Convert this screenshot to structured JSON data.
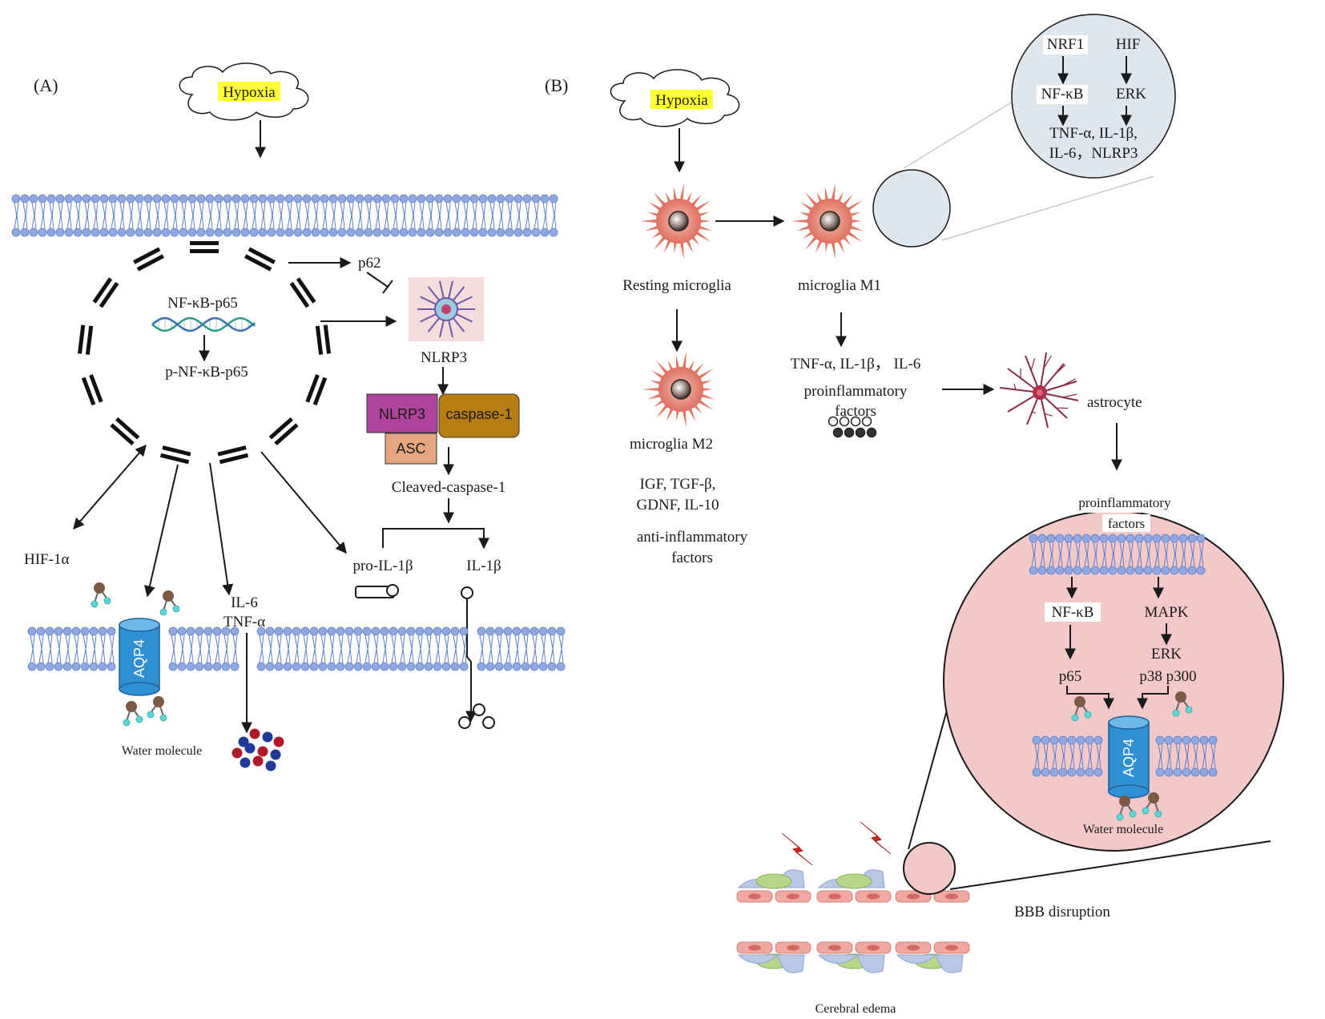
{
  "colors": {
    "membrane": "#8fa8df",
    "membrane_dark": "#5f7fc9",
    "nlrp3_box": "#b0439a",
    "caspase_box": "#b77d12",
    "asc_box": "#e5a581",
    "aqp4": "#2f8fd3",
    "microglia": "#e07866",
    "zoom_blue": "#dfe6ee",
    "zoom_pink": "#f2c8c8",
    "highlight": "#ffff33",
    "bolt": "#e51c1c"
  },
  "panelA": {
    "label": "(A)",
    "hypoxia": "Hypoxia",
    "p62": "p62",
    "nfkb_p65": "NF-κB-p65",
    "p_nfkb_p65": "p-NF-κB-p65",
    "nlrp3_label": "NLRP3",
    "box_nlrp3": "NLRP3",
    "box_caspase": "caspase-1",
    "box_asc": "ASC",
    "cleaved": "Cleaved-caspase-1",
    "pro_il1b": "pro-IL-1β",
    "il1b": "IL-1β",
    "hif1a": "HIF-1α",
    "il6": "IL-6",
    "tnfa": "TNF-α",
    "aqp4": "AQP4",
    "water": "Water molecule"
  },
  "panelB": {
    "label": "(B)",
    "hypoxia": "Hypoxia",
    "resting": "Resting microglia",
    "m1": "microglia M1",
    "m2": "microglia M2",
    "m2_factors_1": "IGF, TGF-β,",
    "m2_factors_2": "GDNF,  IL-10",
    "anti_1": "anti-inflammatory",
    "anti_2": "factors",
    "m1_factors": "TNF-α, IL-1β， IL-6",
    "pro_1": "proinflammatory",
    "pro_2": "factors",
    "astrocyte": "astrocyte",
    "zoom_top": {
      "nrf1": "NRF1",
      "hif": "HIF",
      "nfkb": "NF-κB",
      "erk": "ERK",
      "out_1": "TNF-α, IL-1β,",
      "out_2": "IL-6，NLRP3"
    },
    "zoom_bottom": {
      "pro_1": "proinflammatory",
      "pro_2": "factors",
      "nfkb": "NF-κB",
      "mapk": "MAPK",
      "erk": "ERK",
      "p65": "p65",
      "p38": "p38 p300",
      "aqp4": "AQP4",
      "water": "Water molecule"
    },
    "bbb": "BBB disruption",
    "edema": "Cerebral edema"
  }
}
